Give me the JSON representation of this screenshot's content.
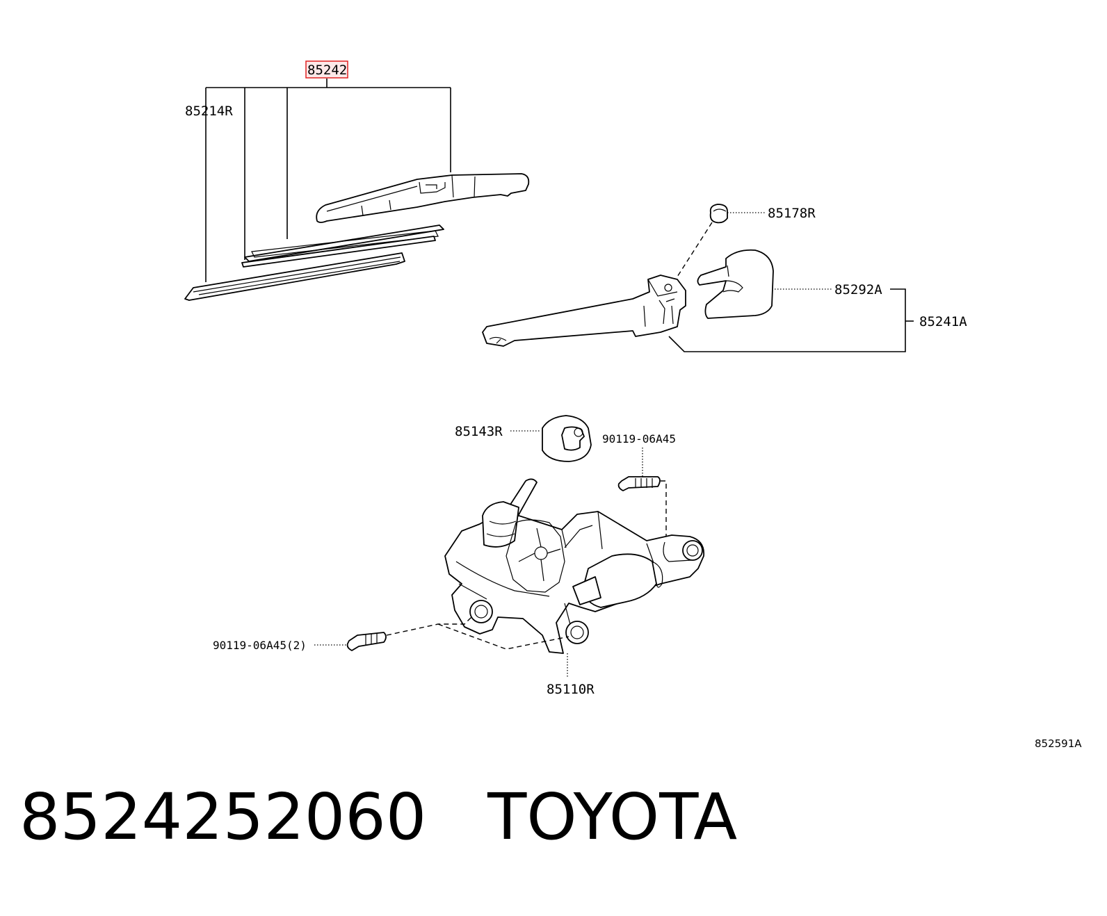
{
  "diagram": {
    "parts": {
      "blade_assy": "85242",
      "rubber": "85214R",
      "nut": "85178R",
      "cap": "85292A",
      "arm_assy": "85241A",
      "grommet": "85143R",
      "bolt_motor": "90119-06A45",
      "bolt_bracket": "90119-06A45(2)",
      "motor": "85110R"
    },
    "figure_ref": "852591A",
    "highlight_color": "#e02020"
  },
  "caption": {
    "part_number": "8524252060",
    "brand": "TOYOTA",
    "text": "8524252060   TOYOTA"
  }
}
